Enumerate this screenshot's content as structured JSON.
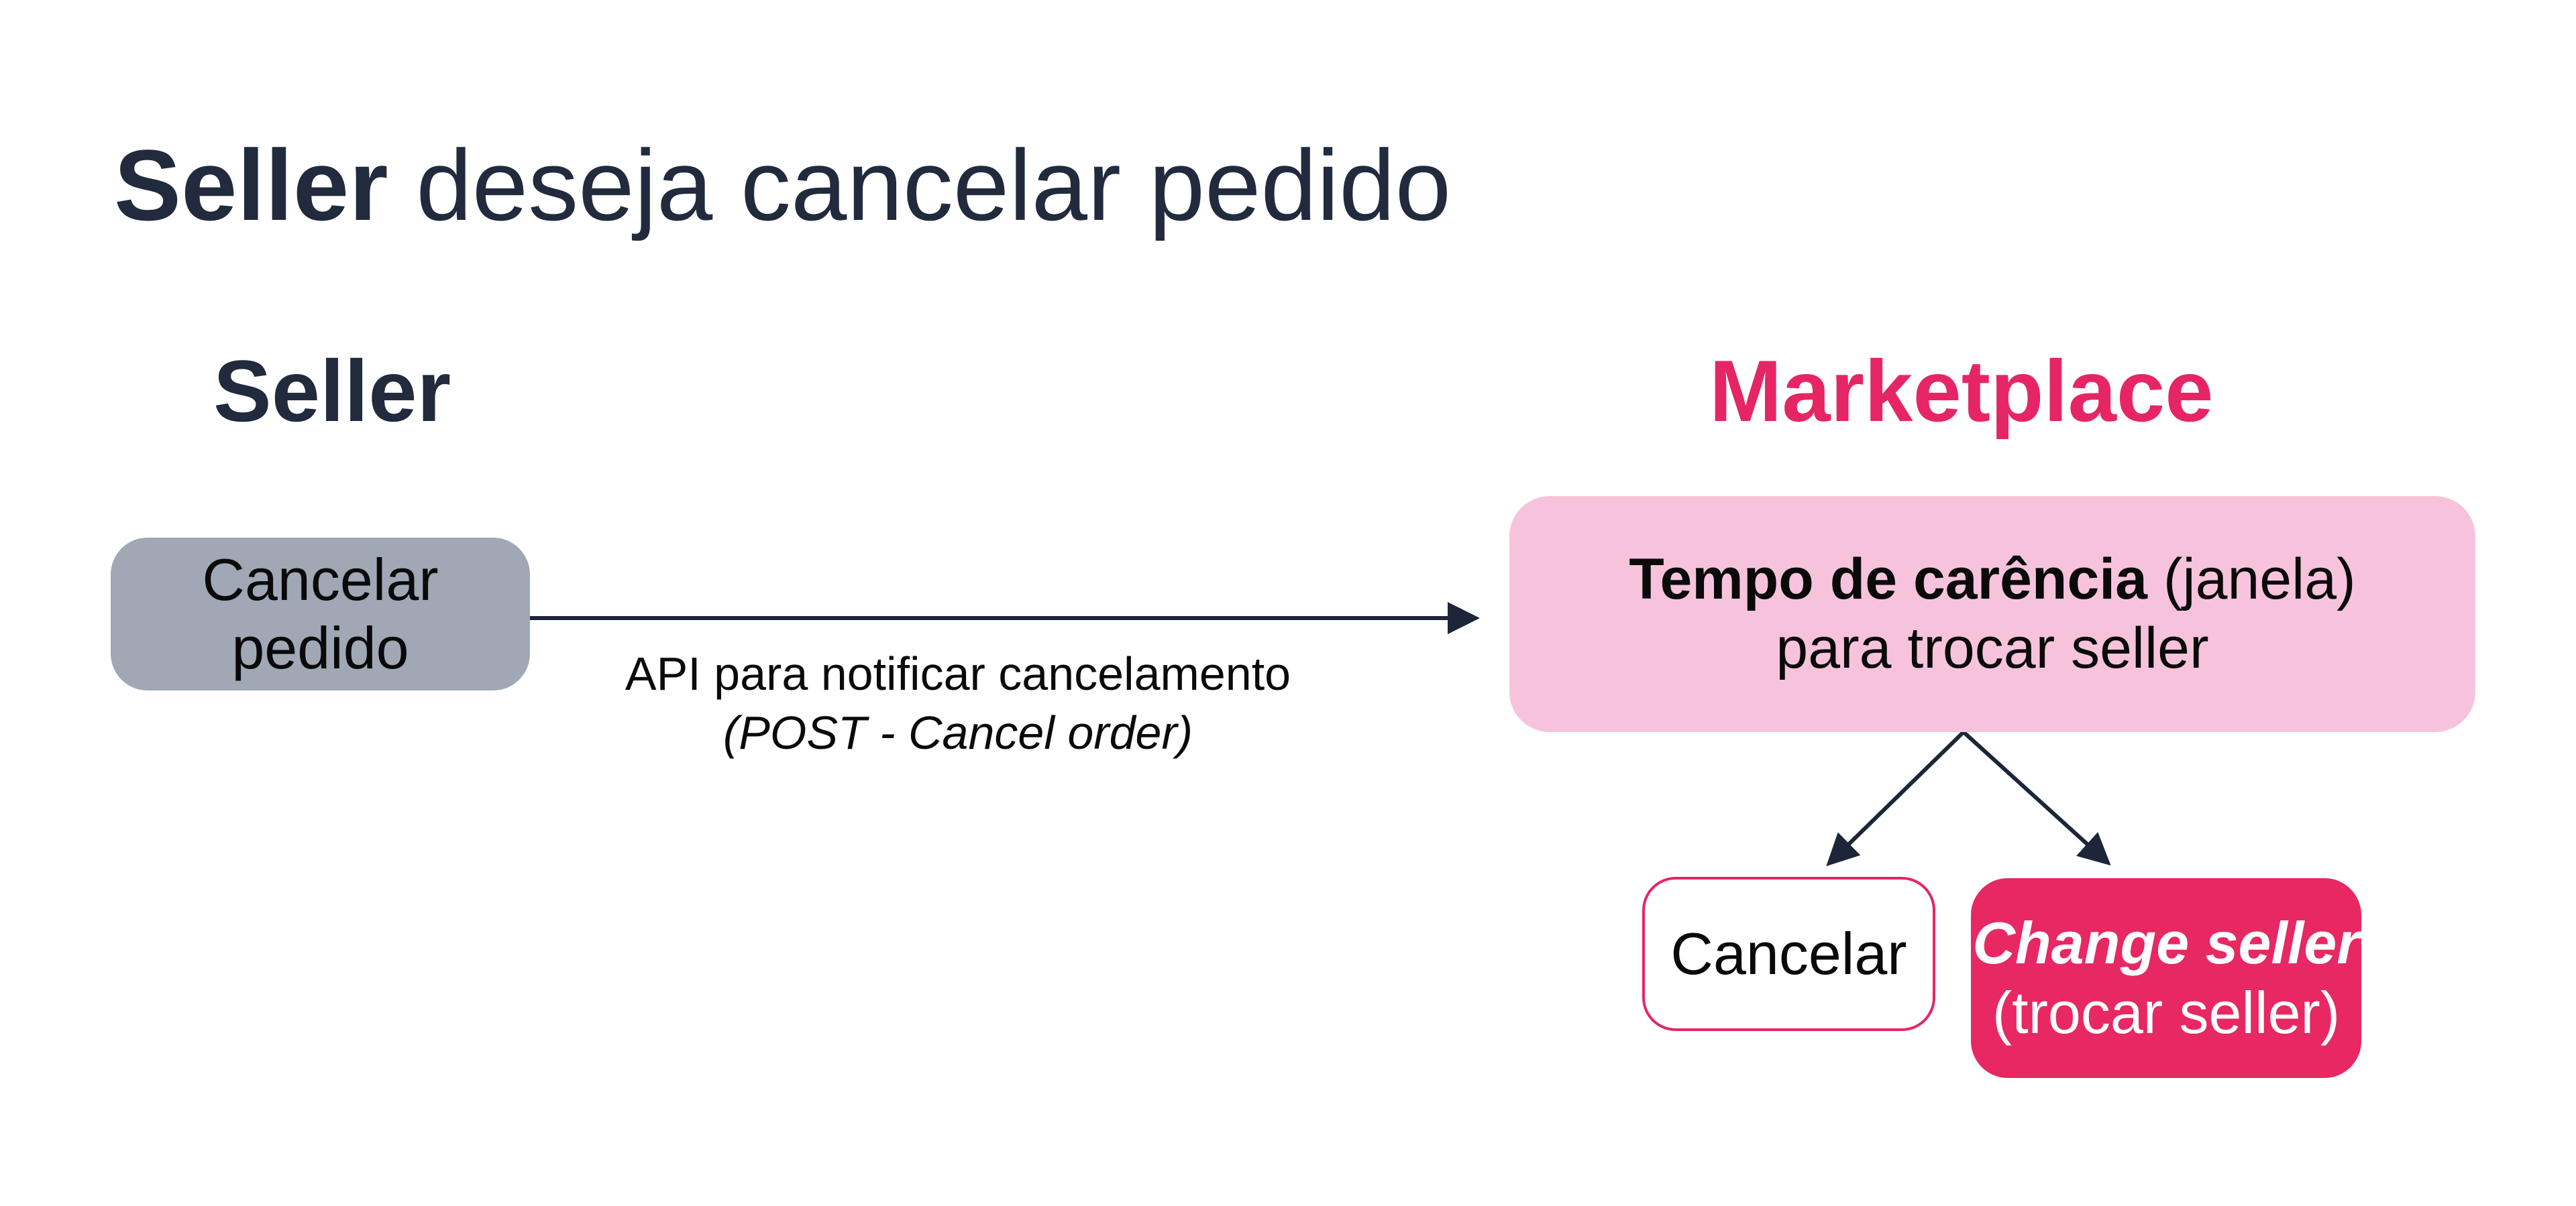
{
  "slide": {
    "title": {
      "emphasis": "Seller",
      "rest": " deseja cancelar pedido"
    },
    "columns": {
      "seller": {
        "label": "Seller"
      },
      "marketplace": {
        "label": "Marketplace"
      }
    },
    "nodes": {
      "cancel_order": {
        "label": "Cancelar pedido"
      },
      "grace_period": {
        "line1_bold": "Tempo de carência",
        "line1_rest": " (janela)",
        "line2": "para trocar seller"
      },
      "cancel_option": {
        "label": "Cancelar"
      },
      "change_seller": {
        "line1": "Change seller",
        "line2": "(trocar seller)"
      }
    },
    "arrow_label": {
      "line1": "API para notificar cancelamento",
      "line2": "(POST - Cancel order)"
    },
    "colors": {
      "navy_text": "#212B3D",
      "arrow_navy": "#1C2638",
      "accent_pink": "#E62565",
      "light_pink_fill": "#F7C3DC",
      "magenta_fill": "#E72862",
      "gray_fill": "#9FA8B4"
    }
  }
}
